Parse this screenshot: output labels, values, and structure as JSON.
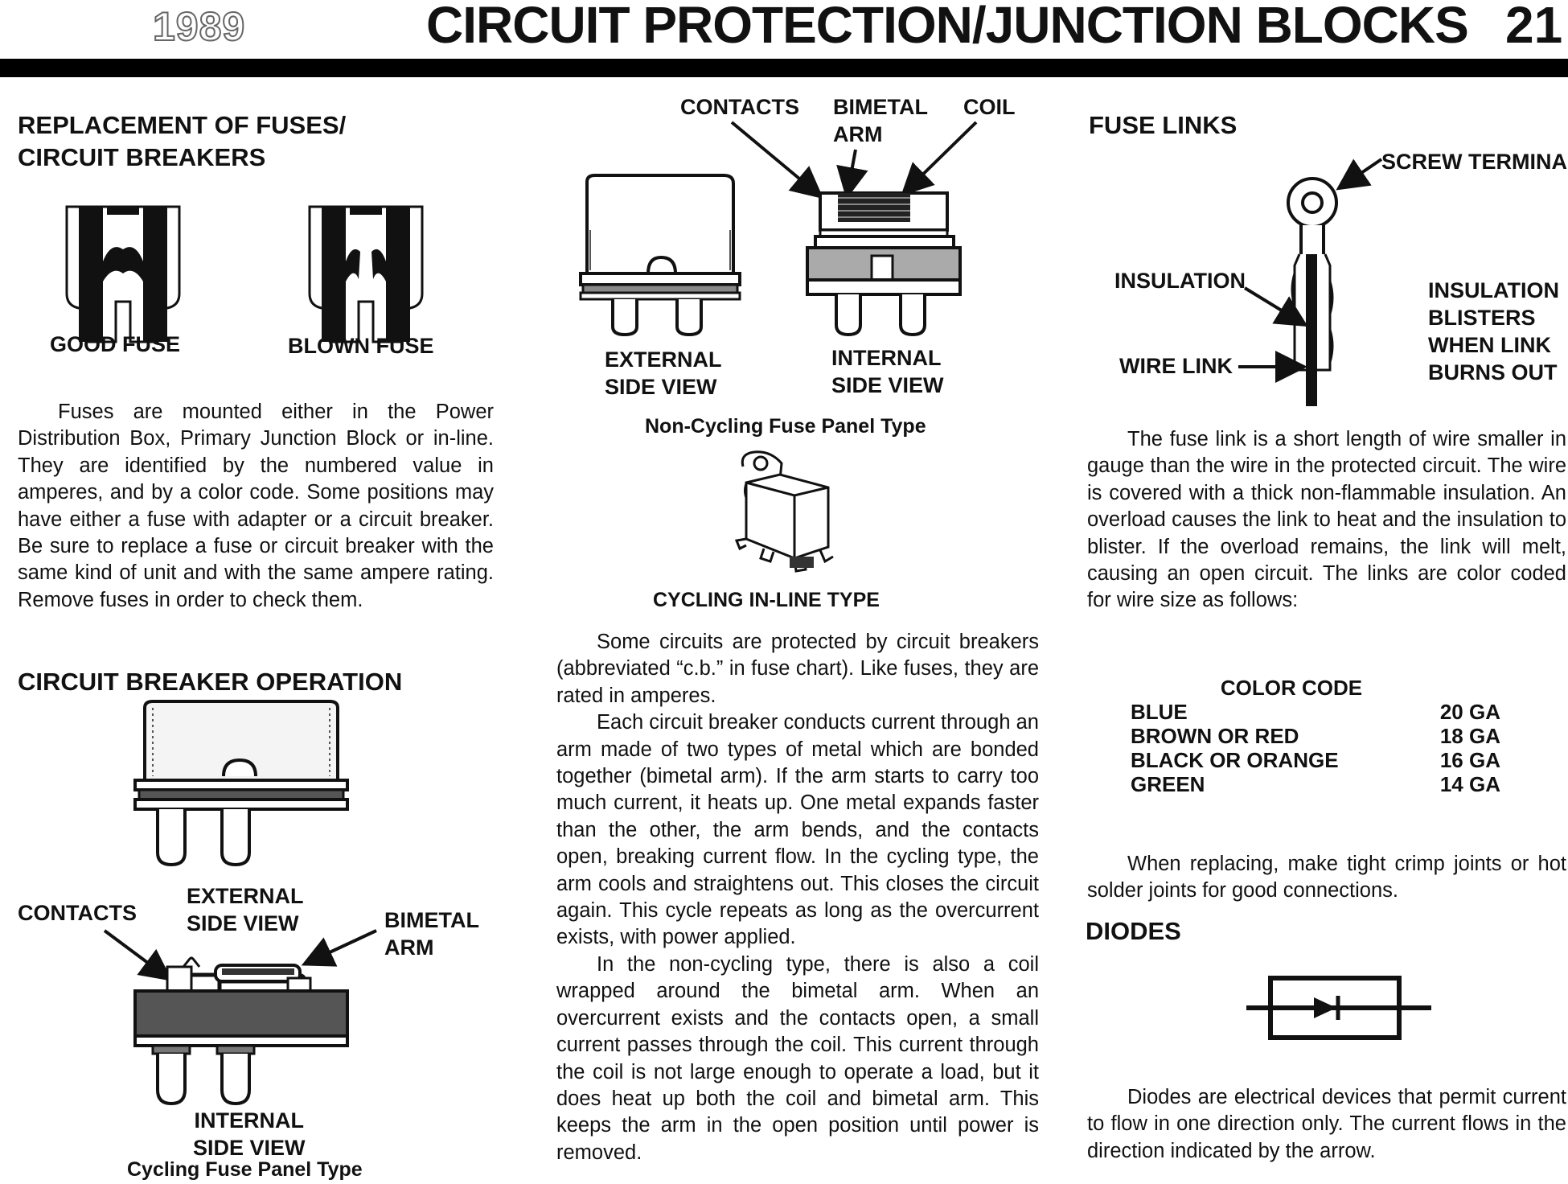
{
  "header": {
    "year": "1989",
    "title": "CIRCUIT PROTECTION/JUNCTION BLOCKS",
    "page_number": "21"
  },
  "left": {
    "heading_replacement": [
      "REPLACEMENT OF FUSES/",
      "CIRCUIT BREAKERS"
    ],
    "good_fuse": "GOOD FUSE",
    "blown_fuse": "BLOWN FUSE",
    "fuses_paragraph": "Fuses are mounted either in the Power Distribution Box, Primary Junction Block or in-line. They are identified by the numbered value in amperes, and by a color code. Some positions may have either a fuse with adapter or a circuit breaker. Be sure to replace a fuse or circuit breaker with the same kind of unit and with the same ampere rating. Remove fuses in order to check them.",
    "heading_cb_operation": "CIRCUIT BREAKER OPERATION",
    "contacts": "CONTACTS",
    "external_side_view": [
      "EXTERNAL",
      "SIDE VIEW"
    ],
    "bimetal_arm": [
      "BIMETAL",
      "ARM"
    ],
    "internal_side_view": [
      "INTERNAL",
      "SIDE VIEW"
    ],
    "cycling_caption": "Cycling Fuse Panel Type"
  },
  "middle": {
    "contacts": "CONTACTS",
    "bimetal_arm": [
      "BIMETAL",
      "ARM"
    ],
    "coil": "COIL",
    "external_side_view": [
      "EXTERNAL",
      "SIDE VIEW"
    ],
    "internal_side_view": [
      "INTERNAL",
      "SIDE VIEW"
    ],
    "noncycling_caption": "Non-Cycling Fuse Panel Type",
    "cycling_inline_caption": "CYCLING IN-LINE TYPE",
    "paragraphs": [
      "Some circuits are protected by circuit breakers (abbreviated “c.b.” in fuse chart). Like fuses, they are rated in amperes.",
      "Each circuit breaker conducts current through an arm made of two types of metal which are bonded together (bimetal arm). If the arm starts to carry too much current, it heats up. One metal expands faster than the other, the arm bends, and the contacts open, breaking current flow. In the cycling type, the arm cools and straightens out. This closes the circuit again. This cycle repeats as long as the overcurrent exists, with power applied.",
      "In the non-cycling type, there is also a coil wrapped around the bimetal arm. When an overcurrent exists and the contacts open, a small current passes through the coil. This current through the coil is not large enough to operate a load, but it does heat up both the coil and bimetal arm. This keeps the arm in the open position until power is removed."
    ]
  },
  "right": {
    "heading_fuse_links": "FUSE LINKS",
    "screw_terminal": "SCREW TERMINAL",
    "insulation": "INSULATION",
    "wire_link": "WIRE LINK",
    "insulation_blisters": [
      "INSULATION",
      "BLISTERS",
      "WHEN LINK",
      "BURNS OUT"
    ],
    "fuse_link_paragraph": "The fuse link is a short length of wire smaller in gauge than the wire in the protected circuit. The wire is covered with a thick non-flammable insulation. An overload causes the link to heat and the insulation to blister. If the overload remains, the link will melt, causing an open circuit. The links are color coded for wire size as follows:",
    "color_code": {
      "title": "COLOR CODE",
      "rows": [
        {
          "color": "BLUE",
          "gauge": "20 GA"
        },
        {
          "color": "BROWN OR RED",
          "gauge": "18 GA"
        },
        {
          "color": "BLACK OR ORANGE",
          "gauge": "16 GA"
        },
        {
          "color": "GREEN",
          "gauge": "14 GA"
        }
      ]
    },
    "crimp_paragraph": "When replacing, make tight crimp joints or hot solder joints for good connections.",
    "heading_diodes": "DIODES",
    "diodes_paragraph": "Diodes are electrical devices that permit current to flow in one direction only. The current flows in the direction indicated by the arrow."
  }
}
